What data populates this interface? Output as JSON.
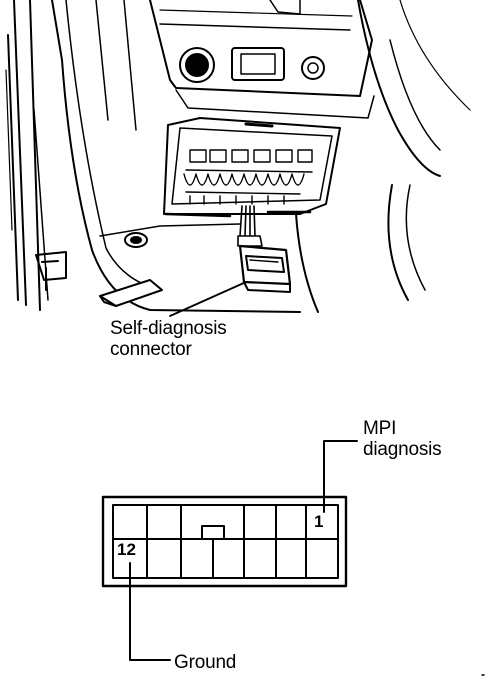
{
  "labels": {
    "self_diagnosis_line1": "Self-diagnosis",
    "self_diagnosis_line2": "connector",
    "mpi_line1": "MPI",
    "mpi_line2": "diagnosis",
    "ground": "Ground"
  },
  "connector": {
    "pin_top_right": "1",
    "pin_bottom_left": "12"
  }
}
